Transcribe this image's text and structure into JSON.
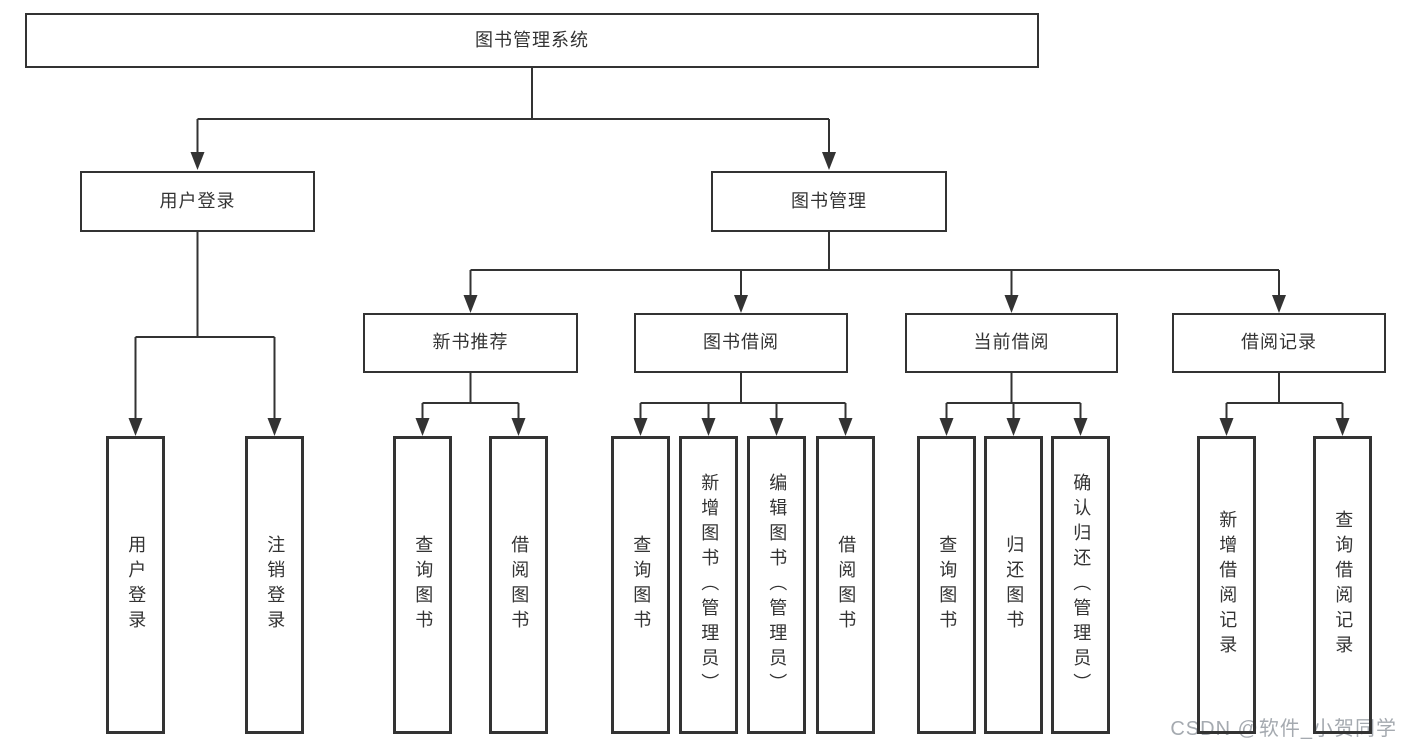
{
  "diagram_title": "图书管理系统",
  "root": {
    "label": "图书管理系统"
  },
  "branches": [
    {
      "label": "用户登录",
      "children": [
        "用户登录",
        "注销登录"
      ]
    },
    {
      "label": "图书管理"
    }
  ],
  "modules": [
    {
      "label": "新书推荐",
      "children": [
        "查询图书",
        "借阅图书"
      ]
    },
    {
      "label": "图书借阅",
      "children": [
        "查询图书",
        "新增图书（管理员）",
        "编辑图书（管理员）",
        "借阅图书"
      ]
    },
    {
      "label": "当前借阅",
      "children": [
        "查询图书",
        "归还图书",
        "确认归还（管理员）"
      ]
    },
    {
      "label": "借阅记录",
      "children": [
        "新增借阅记录",
        "查询借阅记录"
      ]
    }
  ],
  "watermark": "CSDN @软件_小贺同学",
  "colors": {
    "line": "#333333",
    "box_border": "#333333",
    "text": "#333333",
    "watermark": "#a5aab0",
    "background": "#ffffff"
  }
}
